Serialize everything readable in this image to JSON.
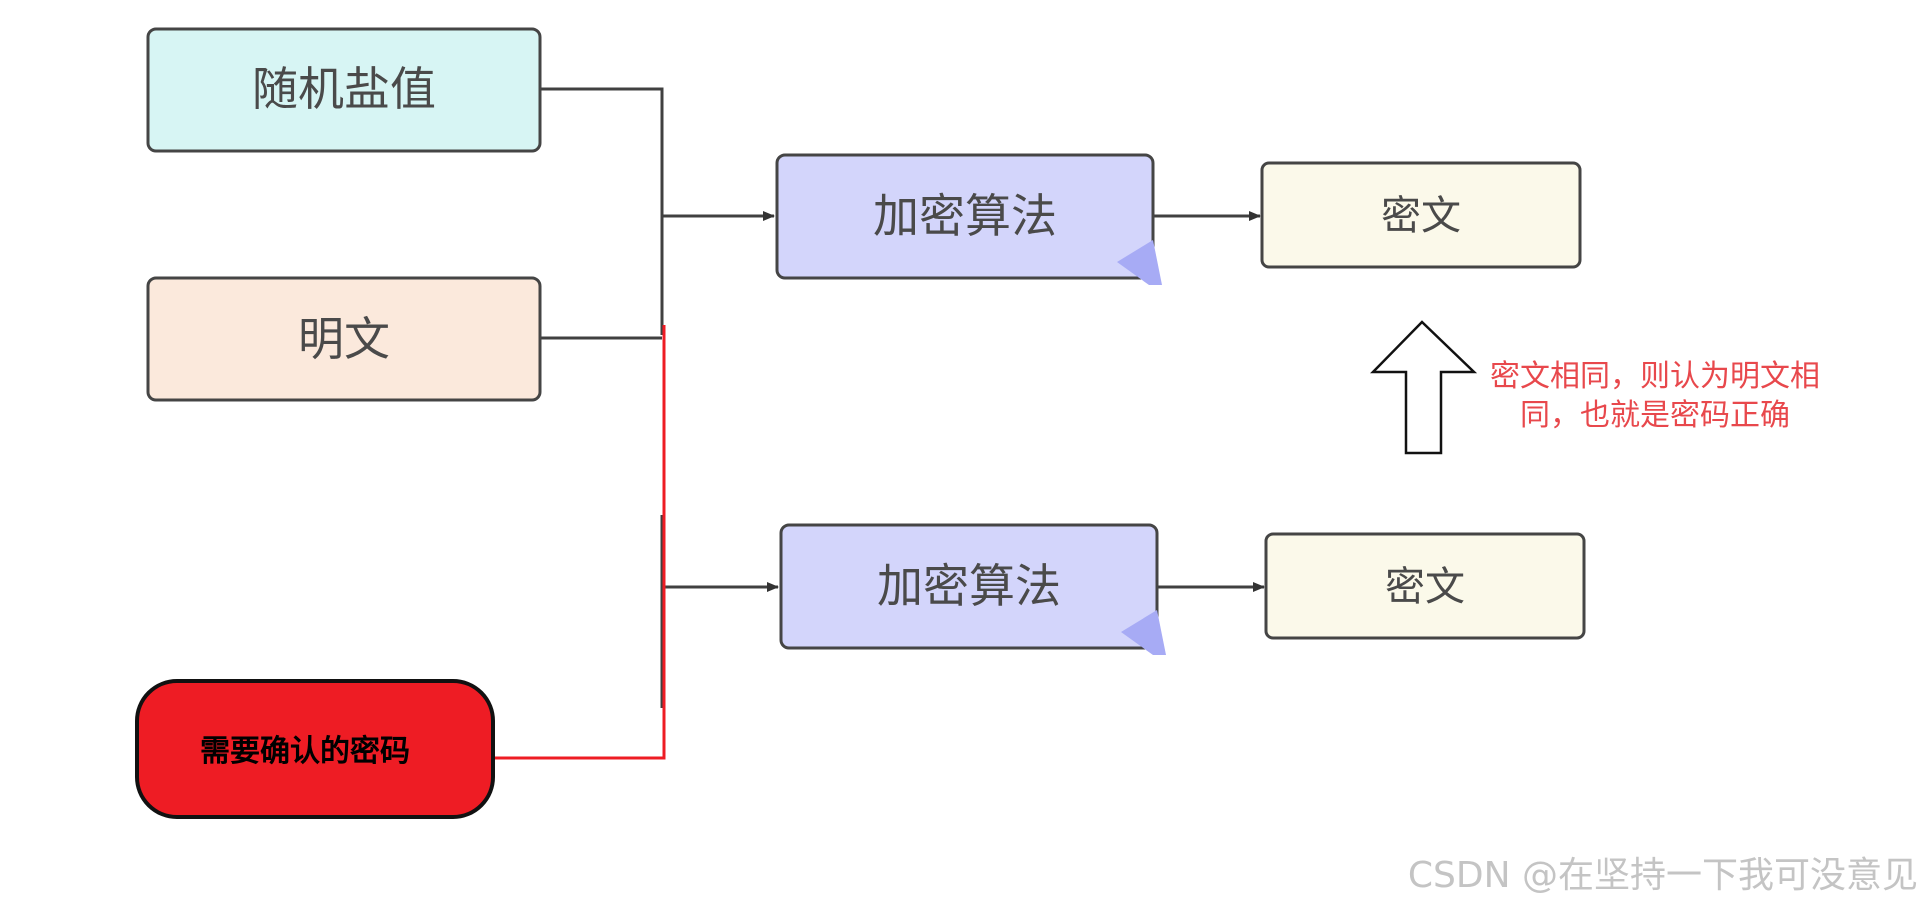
{
  "nodes": {
    "salt": {
      "label": "随机盐值",
      "color": "#d7f5f4"
    },
    "plaintext": {
      "label": "明文",
      "color": "#fbe9dc"
    },
    "encrypt_top": {
      "label": "加密算法",
      "color": "#d3d5fb"
    },
    "cipher_top": {
      "label": "密文",
      "color": "#fbf9ea"
    },
    "encrypt_bottom": {
      "label": "加密算法",
      "color": "#d3d5fb"
    },
    "cipher_bottom": {
      "label": "密文",
      "color": "#fbf9ea"
    },
    "confirm_password": {
      "label": "需要确认的密码",
      "color": "#ee1c24"
    }
  },
  "note": {
    "line1": "密文相同，则认为明文相",
    "line2": "同，也就是密码正确",
    "color": "#e8484c"
  },
  "watermark": "CSDN @在坚持一下我可没意见",
  "colors": {
    "connector": "#404040",
    "highlight_connector": "#ee1c24",
    "accent_triangle": "#a7abf5"
  }
}
